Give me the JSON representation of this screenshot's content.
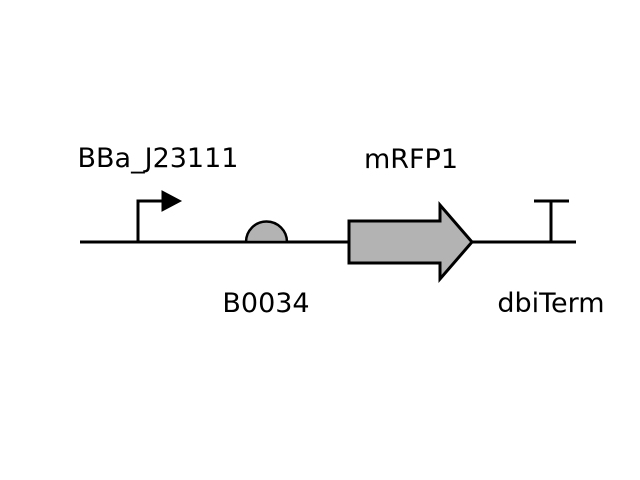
{
  "diagram": {
    "type": "genetic-circuit",
    "parts": [
      {
        "kind": "promoter",
        "label": "BBa_J23111",
        "label_position": "above"
      },
      {
        "kind": "rbs",
        "label": "B0034",
        "label_position": "below"
      },
      {
        "kind": "cds",
        "label": "mRFP1",
        "label_position": "above"
      },
      {
        "kind": "terminator",
        "label": "dbiTerm",
        "label_position": "below"
      }
    ],
    "colors": {
      "line": "#000000",
      "fill": "#b3b3b3",
      "background": "#ffffff"
    }
  }
}
